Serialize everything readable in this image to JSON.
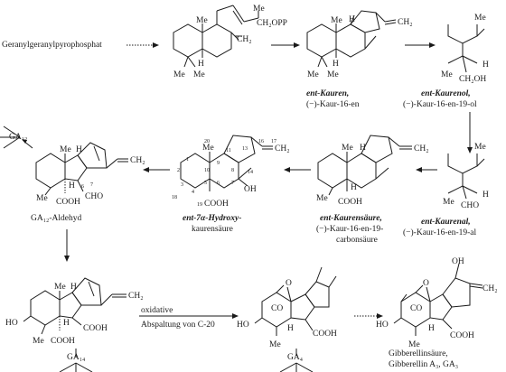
{
  "labels": {
    "ggpp": "Geranylgeranylpyrophosphat",
    "ent_kauren_name": "ent-Kauren,",
    "ent_kauren_iupac": "(−)-Kaur-16-en",
    "ent_kaurenol_name": "ent-Kaurenol,",
    "ent_kaurenol_iupac": "(−)-Kaur-16-en-19-ol",
    "ent_kaurenal_name": "ent-Kaurenal,",
    "ent_kaurenal_iupac": "(−)-Kaur-16-en-19-al",
    "ent_kaurensaeure_name": "ent-Kaurensäure,",
    "ent_kaurensaeure_iupac_1": "(−)-Kaur-16-en-19-",
    "ent_kaurensaeure_iupac_2": "carbonsäure",
    "hydroxy_name_1": "ent-7α-Hydroxy-",
    "hydroxy_name_2": "kaurensäure",
    "ga12_aldehyd": "GA₁₂-Aldehyd",
    "ga12": "GA₁₂",
    "ga14": "GA₁₄",
    "ga4": "GA₄",
    "oxidative_1": "oxidative",
    "oxidative_2": "Abspaltung von C-20",
    "gibberellinsaeure_1": "Gibberellinsäure,",
    "gibberellinsaeure_2": "Gibberellin A₃, GA₃"
  },
  "atoms": {
    "me": "Me",
    "h": "H",
    "ch2": "CH₂",
    "ch2opp": "CH₂OPP",
    "ch2oh": "CH₂OH",
    "cho": "CHO",
    "cooh": "COOH",
    "ho": "HO",
    "oh": "OH",
    "o": "O",
    "co": "CO"
  },
  "numbering": [
    "20",
    "11",
    "13",
    "16",
    "17",
    "1",
    "10",
    "9",
    "8",
    "14",
    "2",
    "5",
    "6",
    "7",
    "3",
    "4",
    "18",
    "19",
    "6",
    "7"
  ]
}
